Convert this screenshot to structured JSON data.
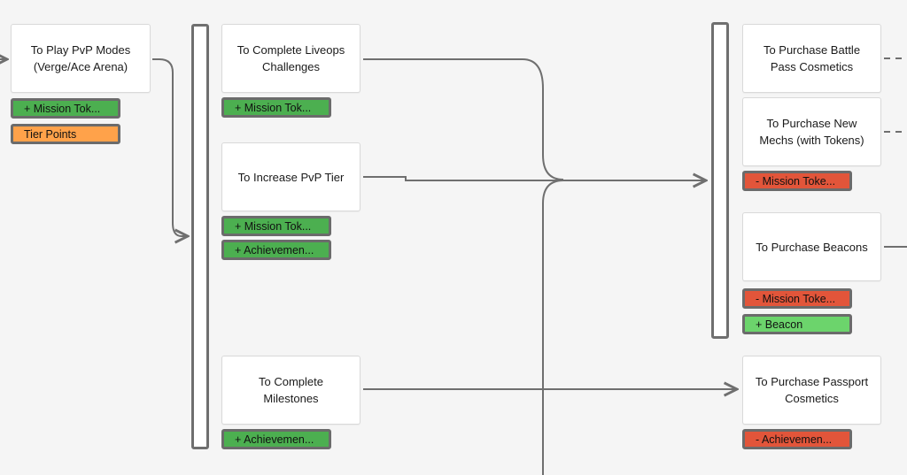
{
  "colors": {
    "gain": "#4caf50",
    "gain_light": "#6cd46c",
    "loss": "#e2553a",
    "neutral": "#ffa24a",
    "wire": "#6f6f6f"
  },
  "cards": {
    "play_pvp": "To Play PvP Modes (Verge/Ace Arena)",
    "liveops": "To Complete Liveops Challenges",
    "pvp_tier": "To Increase PvP Tier",
    "milestones": "To Complete Milestones",
    "battle_pass": "To Purchase Battle Pass Cosmetics",
    "new_mechs": "To Purchase New Mechs (with Tokens)",
    "beacons": "To Purchase Beacons",
    "passport": "To Purchase Passport Cosmetics"
  },
  "tags": {
    "play_pvp_mission": "+ Mission Tok...",
    "play_pvp_tier": "Tier Points",
    "liveops_mission": "+ Mission Tok...",
    "pvp_tier_mission": "+ Mission Tok...",
    "pvp_tier_achievement": "+ Achievemen...",
    "milestones_achievement": "+ Achievemen...",
    "new_mechs_mission": "- Mission Toke...",
    "beacons_mission": "- Mission Toke...",
    "beacons_beacon": "+ Beacon",
    "passport_achievement": "- Achievemen..."
  }
}
